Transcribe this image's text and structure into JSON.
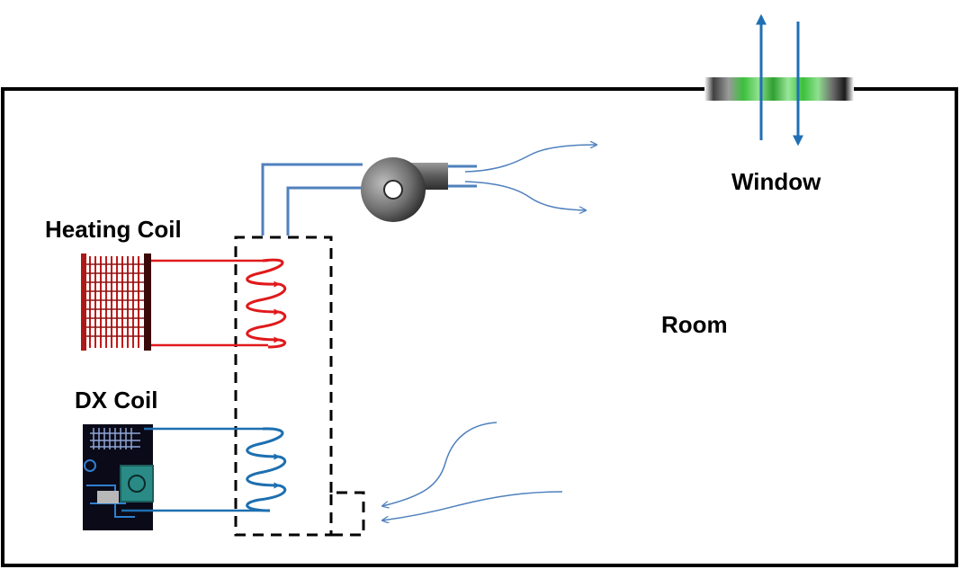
{
  "labels": {
    "heating_coil": "Heating Coil",
    "dx_coil": "DX Coil",
    "window": "Window",
    "room": "Room"
  },
  "colors": {
    "wall": "#000000",
    "duct_blue": "#4f81bd",
    "arrow_blue": "#1f6fb5",
    "heating_red": "#e0191b",
    "dx_blue": "#1d6fb0",
    "window_green": "#3cc03c"
  },
  "icons": {
    "fan": "centrifugal-fan-icon",
    "heating_element": "heating-element-icon",
    "dx_unit": "dx-unit-icon"
  }
}
